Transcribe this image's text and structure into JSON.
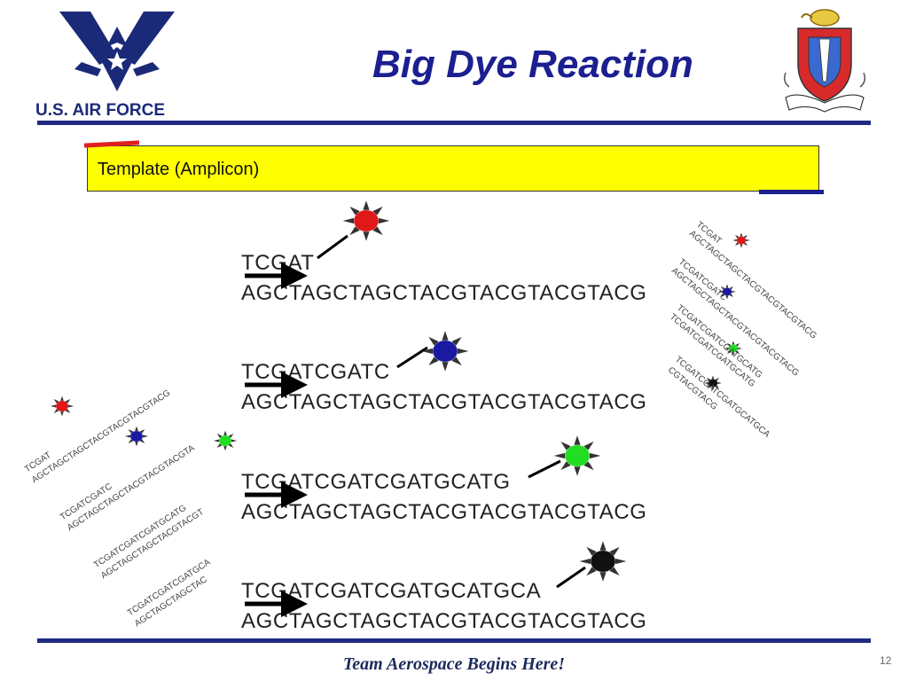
{
  "header": {
    "title": "Big Dye Reaction",
    "logo_text": "U.S. AIR FORCE"
  },
  "template_box": {
    "label": "Template (Amplicon)"
  },
  "reactions": [
    {
      "extension": "TCGAT",
      "template": "AGCTAGCTAGCTACGTACGTACGTACG",
      "dye_color": "#e01818"
    },
    {
      "extension": "TCGATCGATC",
      "template": "AGCTAGCTAGCTACGTACGTACGTACG",
      "dye_color": "#1a1aa0"
    },
    {
      "extension": "TCGATCGATCGATGCATG",
      "template": "AGCTAGCTAGCTACGTACGTACGTACG",
      "dye_color": "#22dd22"
    },
    {
      "extension": "TCGATCGATCGATGCATGCA",
      "template": "AGCTAGCTAGCTACGTACGTACGTACG",
      "dye_color": "#111111"
    }
  ],
  "left_fragments": [
    {
      "extension": "TCGAT",
      "template": "AGCTAGCTAGCTACGTACGTACGTACG"
    },
    {
      "extension": "TCGATCGATC",
      "template": "AGCTAGCTAGCTACGTACGTACGTA"
    },
    {
      "extension": "TCGATCGATCGATGCATG",
      "template": "AGCTAGCTAGCTACGTACGT"
    },
    {
      "extension": "TCGATCGATCGATGCA",
      "template": "AGCTAGCTAGCTAC"
    }
  ],
  "right_fragments": [
    {
      "extension": "TCGAT",
      "template": "AGCTAGCTAGCTACGTACGTACGTACG"
    },
    {
      "extension": "TCGATCGATC",
      "template": "AGCTAGCTAGCTACGTACGTACGTACG"
    },
    {
      "extension": "TCGATCGATCGATGCATG",
      "template": "TCGATCGATCGATGCATG"
    },
    {
      "extension": "TCGATCGATCGATGCATGCA",
      "template": "CGTACGTACG"
    }
  ],
  "footer": {
    "tagline": "Team Aerospace Begins Here!",
    "page_number": "12"
  }
}
